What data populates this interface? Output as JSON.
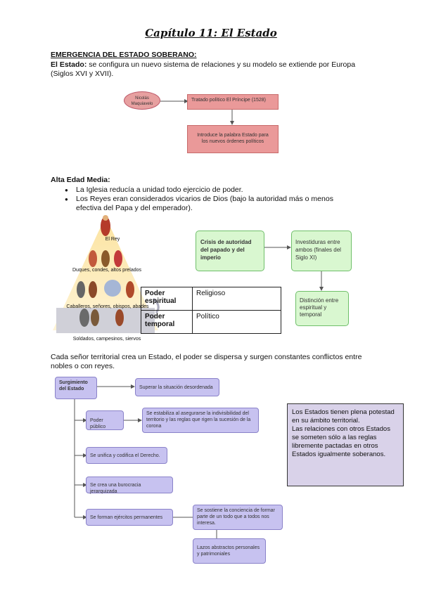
{
  "title": "Capítulo 11: El Estado",
  "section1": {
    "heading": "EMERGENCIA DEL ESTADO SOBERANO:",
    "bold": "El Estado:",
    "text": " se configura un nuevo sistema de relaciones y su modelo se extiende por Europa (Siglos XVI y XVII)."
  },
  "flow1": {
    "oval": "Nicolás Maquiavelo",
    "box1": "Tratado político El Príncipe (1528)",
    "box2": "Introduce la palabra Estado para los nuevos órdenes políticos"
  },
  "section2": {
    "heading": "Alta Edad Media:",
    "bullets": [
      "La Iglesia reducía a unidad todo ejercicio de poder.",
      "Los Reyes eran considerados vicarios de Dios (bajo la autoridad más o menos efectiva del Papa y del emperador)."
    ]
  },
  "pyramid": {
    "level1": "El Rey",
    "level2": "Duques, condes, altos prelados",
    "level3": "Caballeros, señores, obispos, abades",
    "level4": "Soldados, campesinos, siervos"
  },
  "green": {
    "box1": "Crisis de autoridad del papado y del imperio",
    "box2": "Investiduras entre ambos (finales del Siglo XI)",
    "box3": "Distinción entre espiritual y temporal"
  },
  "powers": [
    {
      "label": "Poder espiritual",
      "value": "Religioso"
    },
    {
      "label": "Poder temporal",
      "value": "Político"
    }
  ],
  "section3": {
    "text": "Cada señor territorial crea un Estado, el poder se dispersa y surgen constantes conflictos entre nobles o con reyes."
  },
  "flow2": {
    "root": "Surgimiento del Estado",
    "b1": "Superar la situación desordenada",
    "b2": "Poder público",
    "b2a": "Se estabiliza al asegurarse la indivisibilidad del territorio y las reglas que rigen la sucesión de la corona",
    "b3": "Se unifica y codifica el Derecho.",
    "b4": "Se crea una burocracia jerarquizada",
    "b5": "Se forman ejércitos permanentes",
    "b5a": "Se sostiene la conciencia de formar parte de un todo que a todos nos interesa.",
    "b5b": "Lazos abstractos personales y patrimoniales"
  },
  "sidebox": "Los Estados tienen plena potestad en su ámbito territorial.\nLas relaciones con otros Estados se someten sólo a las reglas libremente pactadas en otros Estados igualmente soberanos.",
  "colors": {
    "red": "#ea9999",
    "green": "#d9f7d0",
    "purple": "#c7c2f0"
  }
}
